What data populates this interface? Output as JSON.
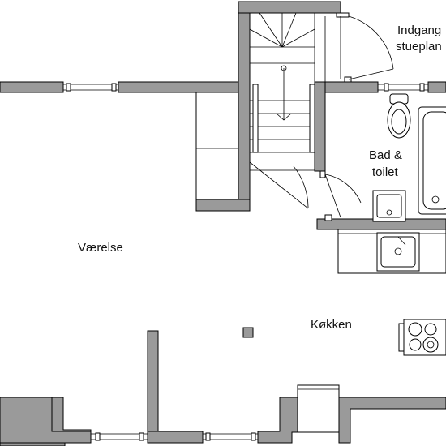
{
  "labels": {
    "entrance_line1": "Indgang",
    "entrance_line2": "stueplan",
    "bathroom_line1": "Bad &",
    "bathroom_line2": "toilet",
    "room": "Værelse",
    "kitchen": "Køkken"
  }
}
